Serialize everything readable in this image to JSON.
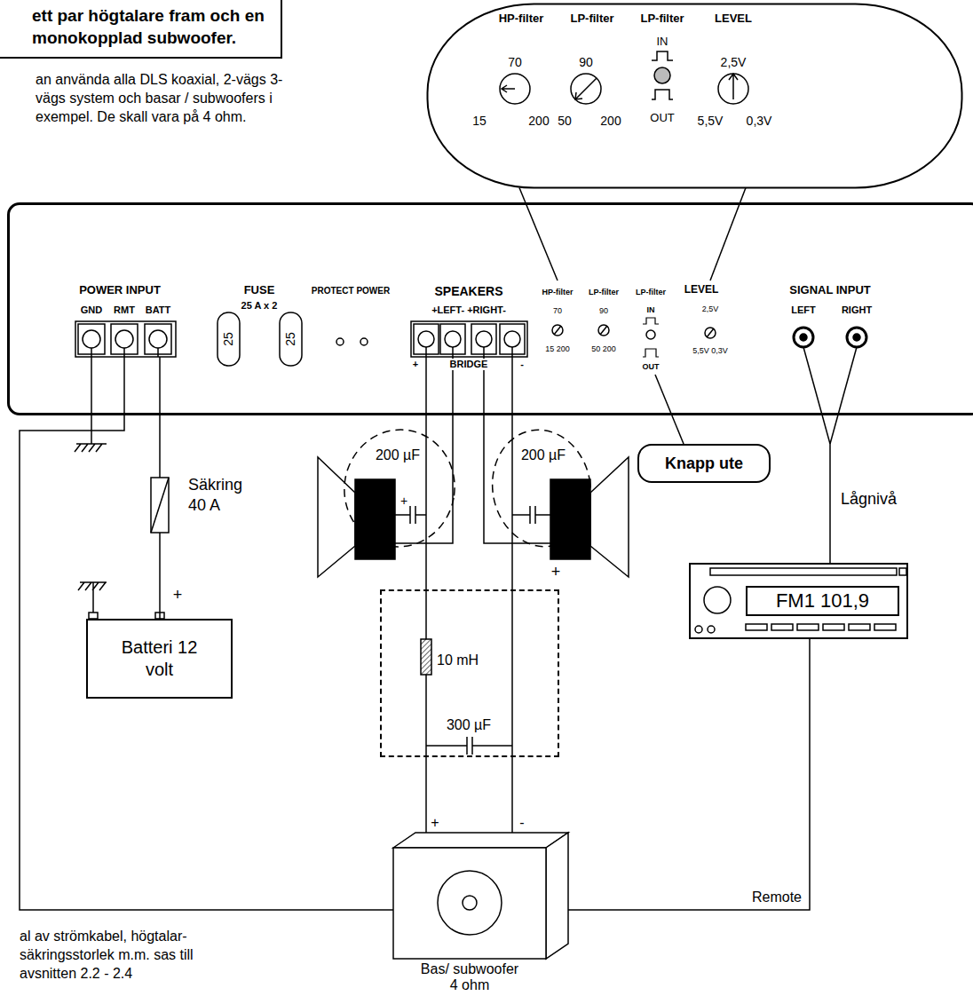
{
  "diagram": {
    "nodes": [
      {
        "text": [
          "ett par högtalare fram och en monokopplad subwoofer."
        ]
      },
      {
        "text": [
          "HP-filter",
          "LP-filter",
          "LP-filter",
          "LEVEL",
          "70",
          "15",
          "200",
          "90",
          "50",
          "200",
          "IN",
          "OUT",
          "2,5V",
          "5,5V",
          "0,3V"
        ]
      },
      {
        "text": [
          "POWER INPUT",
          "GND",
          "RMT",
          "BATT",
          "FUSE",
          "25 A x 2",
          "25",
          "25",
          "PROTECT POWER",
          "SPEAKERS",
          "+LEFT- +RIGHT-",
          "+",
          "BRIDGE",
          "-",
          "HP-filter",
          "LP-filter",
          "LP-filter",
          "70",
          "90",
          "15 200",
          "50 200",
          "IN",
          "OUT",
          "LEVEL",
          "2,5V",
          "5,5V 0,3V",
          "SIGNAL INPUT",
          "LEFT",
          "RIGHT"
        ]
      },
      {
        "text": [
          "Knapp ute"
        ]
      },
      {
        "text": [
          "Batteri 12 volt"
        ]
      },
      {
        "text": [
          "FM1 101,9"
        ]
      },
      {
        "text": [
          "10 mH",
          "300 µF"
        ]
      },
      {
        "text": [
          "Bas/ subwoofer 4 ohm"
        ]
      }
    ],
    "edges": [
      {
        "from": 1,
        "to": 2,
        "arrow": "none"
      },
      {
        "from": 1,
        "to": 2,
        "arrow": "none"
      },
      {
        "from": 3,
        "to": 2,
        "arrow": "none"
      },
      {
        "from": 4,
        "to": 2,
        "arrow": "none"
      },
      {
        "from": 5,
        "to": 2,
        "label": "Lågnivå",
        "arrow": "none"
      },
      {
        "from": 5,
        "to": 2,
        "label": "Remote",
        "arrow": "none"
      },
      {
        "from": 2,
        "to": 6,
        "arrow": "none"
      },
      {
        "from": 2,
        "to": 6,
        "arrow": "none"
      },
      {
        "from": 6,
        "to": 7,
        "arrow": "none"
      },
      {
        "from": 6,
        "to": 7,
        "arrow": "none"
      }
    ],
    "labels": [
      "an använda alla DLS koaxial, 2-vägs 3-vägs system och basar / subwoofers i exempel. De skall vara på 4 ohm.",
      "Säkring 40 A",
      "+",
      "200 µF",
      "200 µF",
      "+",
      "+",
      "+",
      "-",
      "al av strömkabel, högtalar- säkringsstorlek m.m. sas till avsnitten 2.2 - 2.4"
    ]
  }
}
